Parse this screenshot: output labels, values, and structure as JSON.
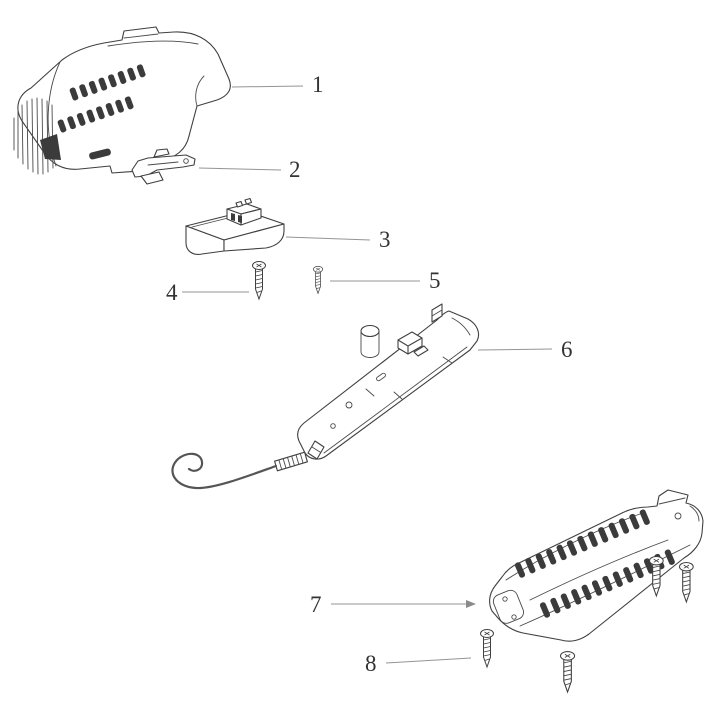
{
  "diagram": {
    "colors": {
      "background": "#ffffff",
      "part_outline": "#404040",
      "vent_fill": "#3b3b3b",
      "leader_line": "#949494",
      "label_text": "#333333"
    },
    "callouts": [
      {
        "number": "1"
      },
      {
        "number": "2"
      },
      {
        "number": "3"
      },
      {
        "number": "4"
      },
      {
        "number": "5"
      },
      {
        "number": "6"
      },
      {
        "number": "7"
      },
      {
        "number": "8"
      }
    ]
  }
}
